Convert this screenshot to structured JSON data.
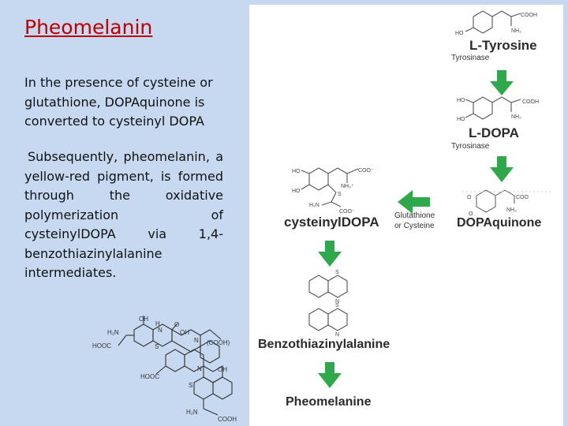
{
  "slide": {
    "title": "Pheomelanin",
    "paragraph1": "In the presence of cysteine or glutathione, DOPAquinone is converted to cysteinyl DOPA",
    "paragraph2": "Subsequently, pheomelanin, a yellow-red pigment, is formed through the oxidative polymerization of cysteinylDOPA via 1,4-benzothiazinylalanine intermediates."
  },
  "pathway": {
    "l_tyrosine": "L-Tyrosine",
    "tyrosinase_1": "Tyrosinase",
    "l_dopa": "L-DOPA",
    "tyrosinase_2": "Tyrosinase",
    "dopaquinone": "DOPAquinone",
    "reagent_line1": "Glutathione",
    "reagent_line2": "or Cysteine",
    "cysteinyldopa": "cysteinylDOPA",
    "benzothiazinylalanine": "Benzothiazinylalanine",
    "pheomelanine": "Pheomelanine"
  },
  "colors": {
    "title": "#c00000",
    "arrow": "#2ea84a",
    "background": "#c6d9f1",
    "panel": "#ffffff"
  }
}
